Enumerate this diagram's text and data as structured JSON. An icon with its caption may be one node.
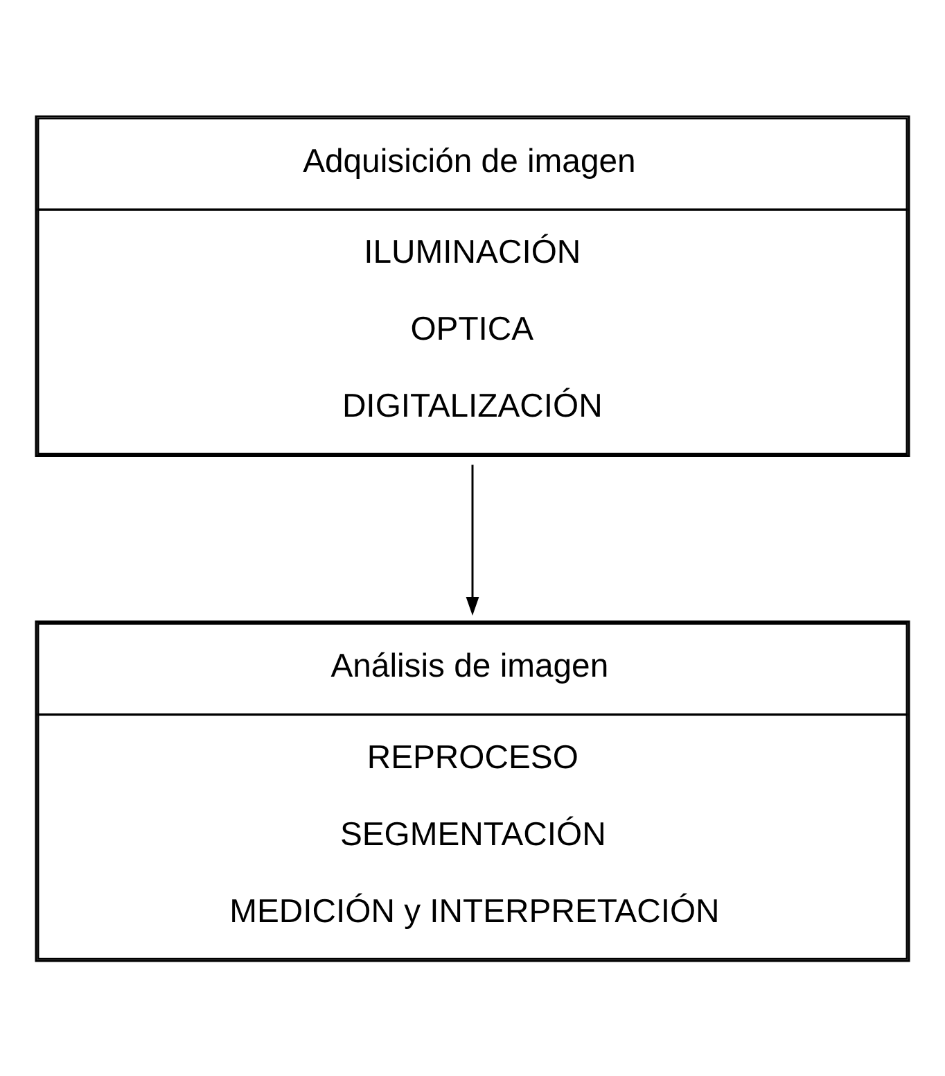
{
  "diagram": {
    "nodes": [
      {
        "text": [
          "Adquisición de imagen",
          "ILUMINACIÓN",
          "OPTICA",
          "DIGITALIZACIÓN"
        ]
      },
      {
        "text": [
          "Análisis de imagen",
          "REPROCESO",
          "SEGMENTACIÓN",
          "MEDICIÓN y INTERPRETACIÓN"
        ]
      }
    ],
    "edges": [
      {
        "from": 0,
        "to": 1,
        "arrow": "to"
      }
    ]
  }
}
